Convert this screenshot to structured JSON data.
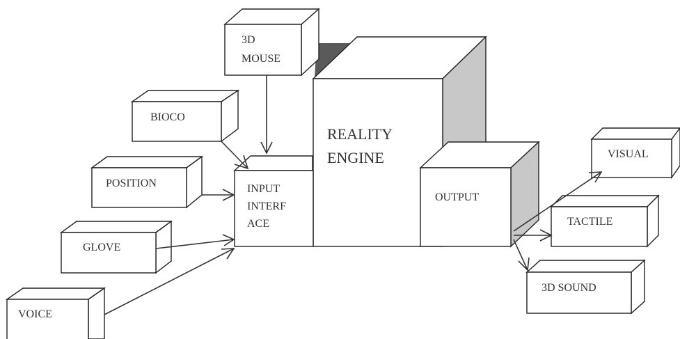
{
  "boxes": {
    "mouse_3d": {
      "line1": "3D",
      "line2": "MOUSE"
    },
    "bioco": {
      "label": "BIOCO"
    },
    "position": {
      "label": "POSITION"
    },
    "glove": {
      "label": "GLOVE"
    },
    "voice": {
      "label": "VOICE"
    },
    "input_interface": {
      "line1": "INPUT",
      "line2": "INTERF",
      "line3": "ACE"
    },
    "reality_engine": {
      "line1": "REALITY",
      "line2": "ENGINE"
    },
    "output": {
      "label": "OUTPUT"
    },
    "visual": {
      "label": "VISUAL"
    },
    "tactile": {
      "label": "TACTILE"
    },
    "sound_3d": {
      "label": "3D SOUND"
    }
  }
}
